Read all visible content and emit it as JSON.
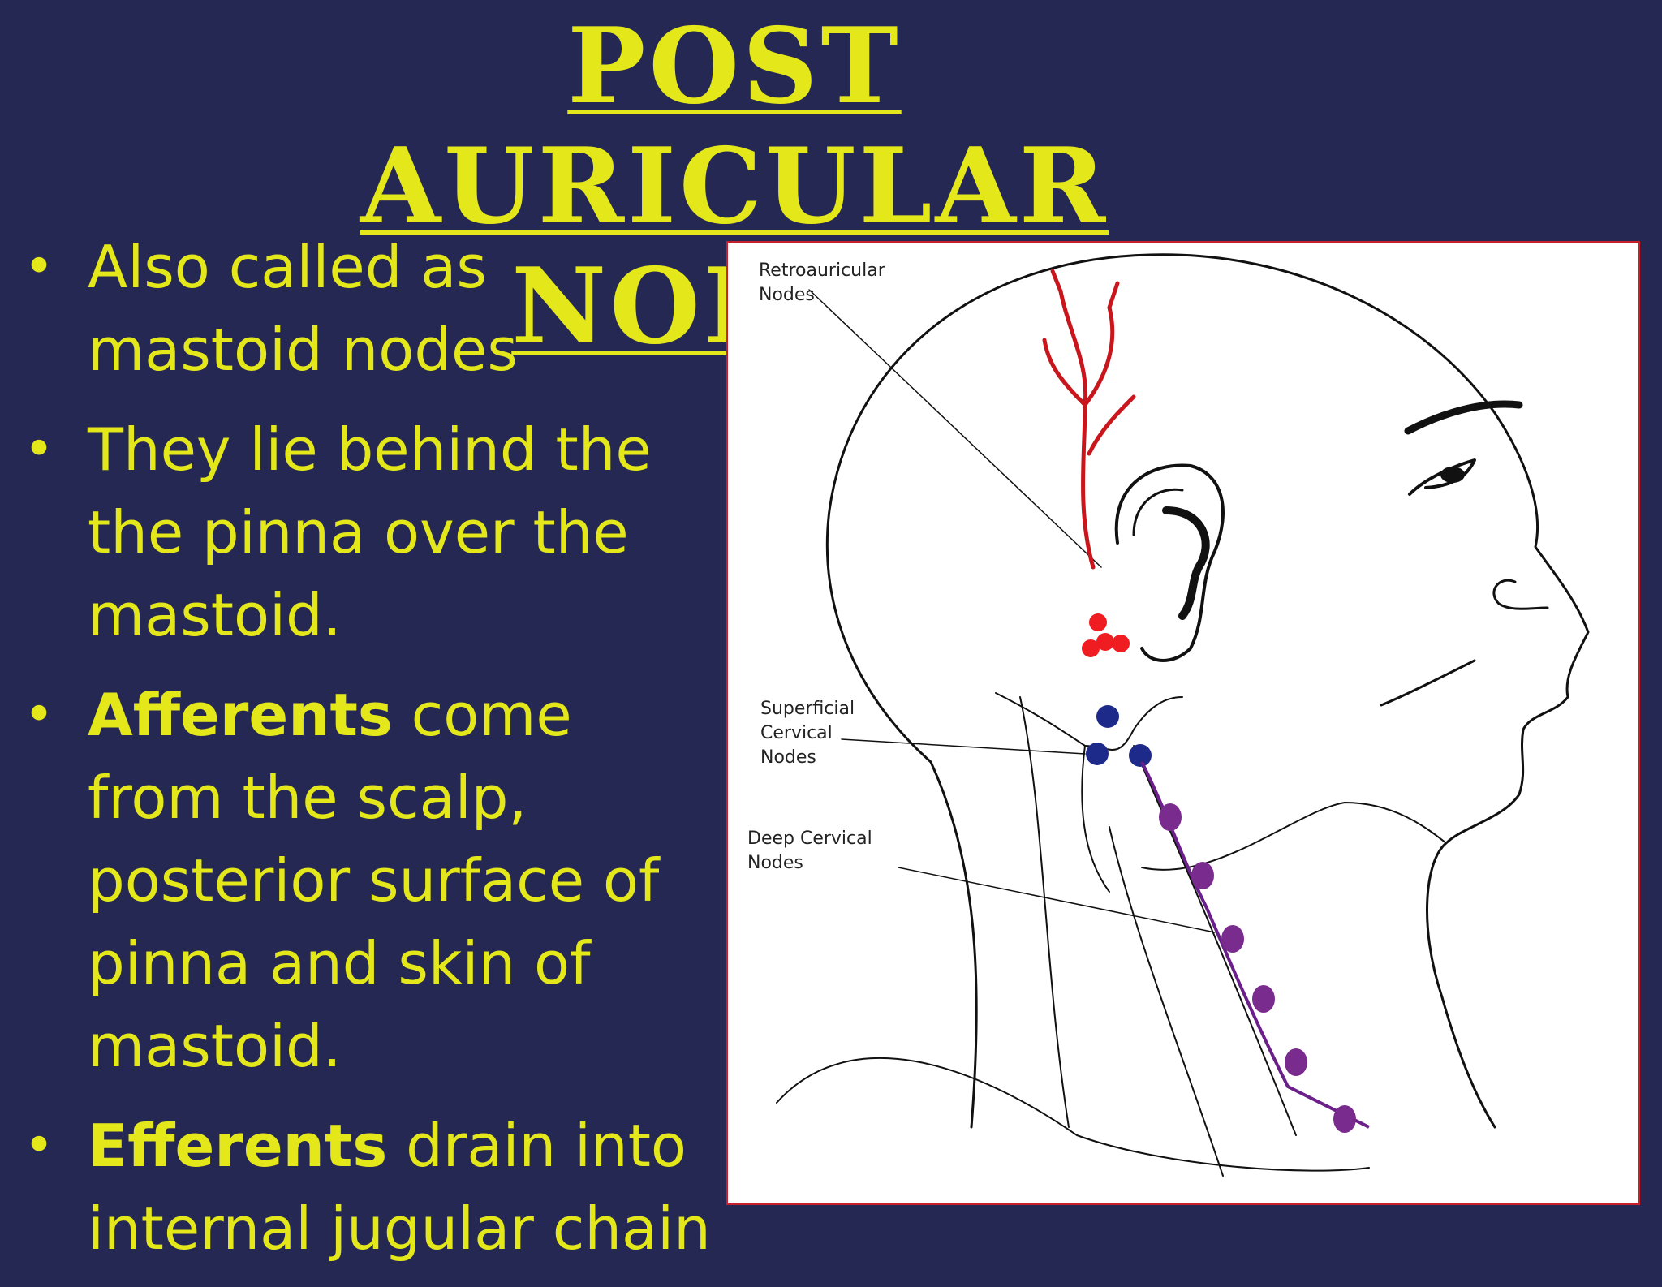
{
  "slide": {
    "title_line1": "POST AURICULAR",
    "title_line2": "NODES",
    "colors": {
      "background": "#252852",
      "text": "#e4e81a",
      "frame": "#c8202a"
    },
    "bullets": [
      {
        "bold": "",
        "text": "Also called as mastoid nodes"
      },
      {
        "bold": "",
        "text": "They lie behind the the pinna over the mastoid."
      },
      {
        "bold": "Afferents",
        "text": " come from the scalp, posterior surface of pinna and skin of mastoid."
      },
      {
        "bold": "Efferents",
        "text": " drain into internal jugular chain"
      }
    ],
    "bullet_glyph": "•"
  },
  "figure": {
    "labels": {
      "retro_1": "Retroauricular",
      "retro_2": "Nodes",
      "sup_1": "Superficial",
      "sup_2": "Cervical",
      "sup_3": "Nodes",
      "deep_1": "Deep Cervical",
      "deep_2": "Nodes"
    }
  }
}
